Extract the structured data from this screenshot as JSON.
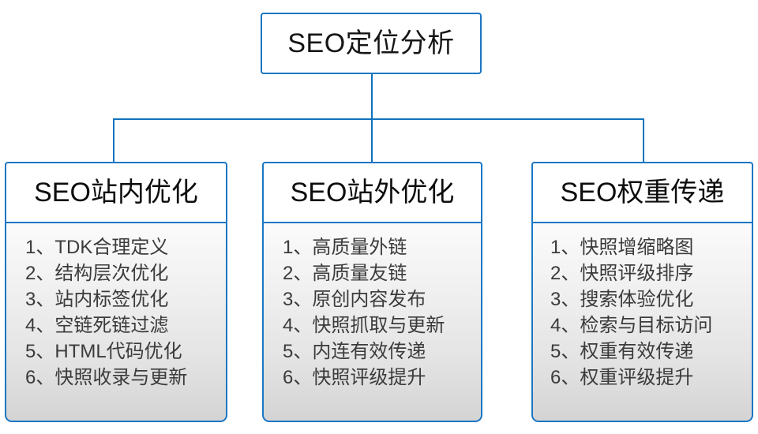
{
  "diagram": {
    "type": "org-chart",
    "colors": {
      "connector": "#1072bd",
      "border": "#1b76c4",
      "root_text": "#161616",
      "head_text": "#0d0d0d",
      "list_text": "#3b3b3b",
      "panel_fill_top": "#fbfbfb",
      "panel_fill_bottom": "#d4d4d4",
      "background": "#ffffff"
    },
    "root": {
      "label": "SEO定位分析"
    },
    "branches": [
      {
        "title": "SEO站内优化",
        "items": [
          "1、TDK合理定义",
          "2、结构层次优化",
          "3、站内标签优化",
          "4、空链死链过滤",
          "5、HTML代码优化",
          "6、快照收录与更新"
        ]
      },
      {
        "title": "SEO站外优化",
        "items": [
          "1、高质量外链",
          "2、高质量友链",
          "3、原创内容发布",
          "4、快照抓取与更新",
          "5、内连有效传递",
          "6、快照评级提升"
        ]
      },
      {
        "title": "SEO权重传递",
        "items": [
          "1、快照增缩略图",
          "2、快照评级排序",
          "3、搜索体验优化",
          "4、检索与目标访问",
          "5、权重有效传递",
          "6、权重评级提升"
        ]
      }
    ]
  }
}
